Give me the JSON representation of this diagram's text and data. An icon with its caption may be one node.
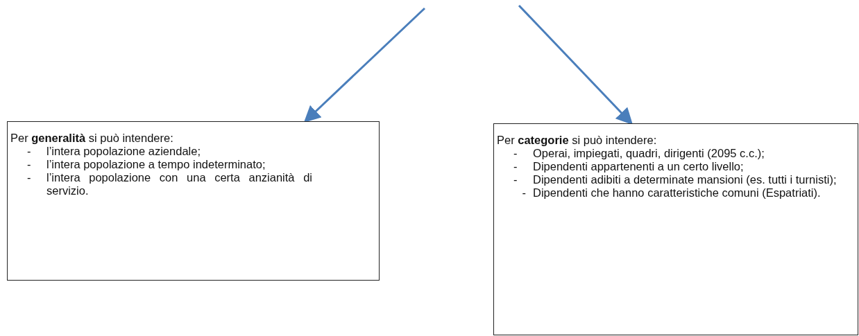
{
  "diagram": {
    "nodes": [
      {
        "text": [
          "Per **generalità** si può intendere:",
          "- l’intera popolazione aziendale;",
          "- l’intera popolazione a tempo indeterminato;",
          "- l’intera popolazione con una certa anzianità di servizio."
        ]
      },
      {
        "text": [
          "Per **categorie** si può intendere:",
          "- Operai, impiegati, quadri, dirigenti (2095 c.c.);",
          "- Dipendenti appartenenti a un certo livello;",
          "- Dipendenti adibiti a determinate mansioni (es. tutti i turnisti);",
          "- Dipendenti che hanno caratteristiche comuni (Espatriati)."
        ]
      }
    ],
    "edges": [
      {
        "from": null,
        "to": 0,
        "arrow": "to"
      },
      {
        "from": null,
        "to": 1,
        "arrow": "to"
      }
    ]
  }
}
